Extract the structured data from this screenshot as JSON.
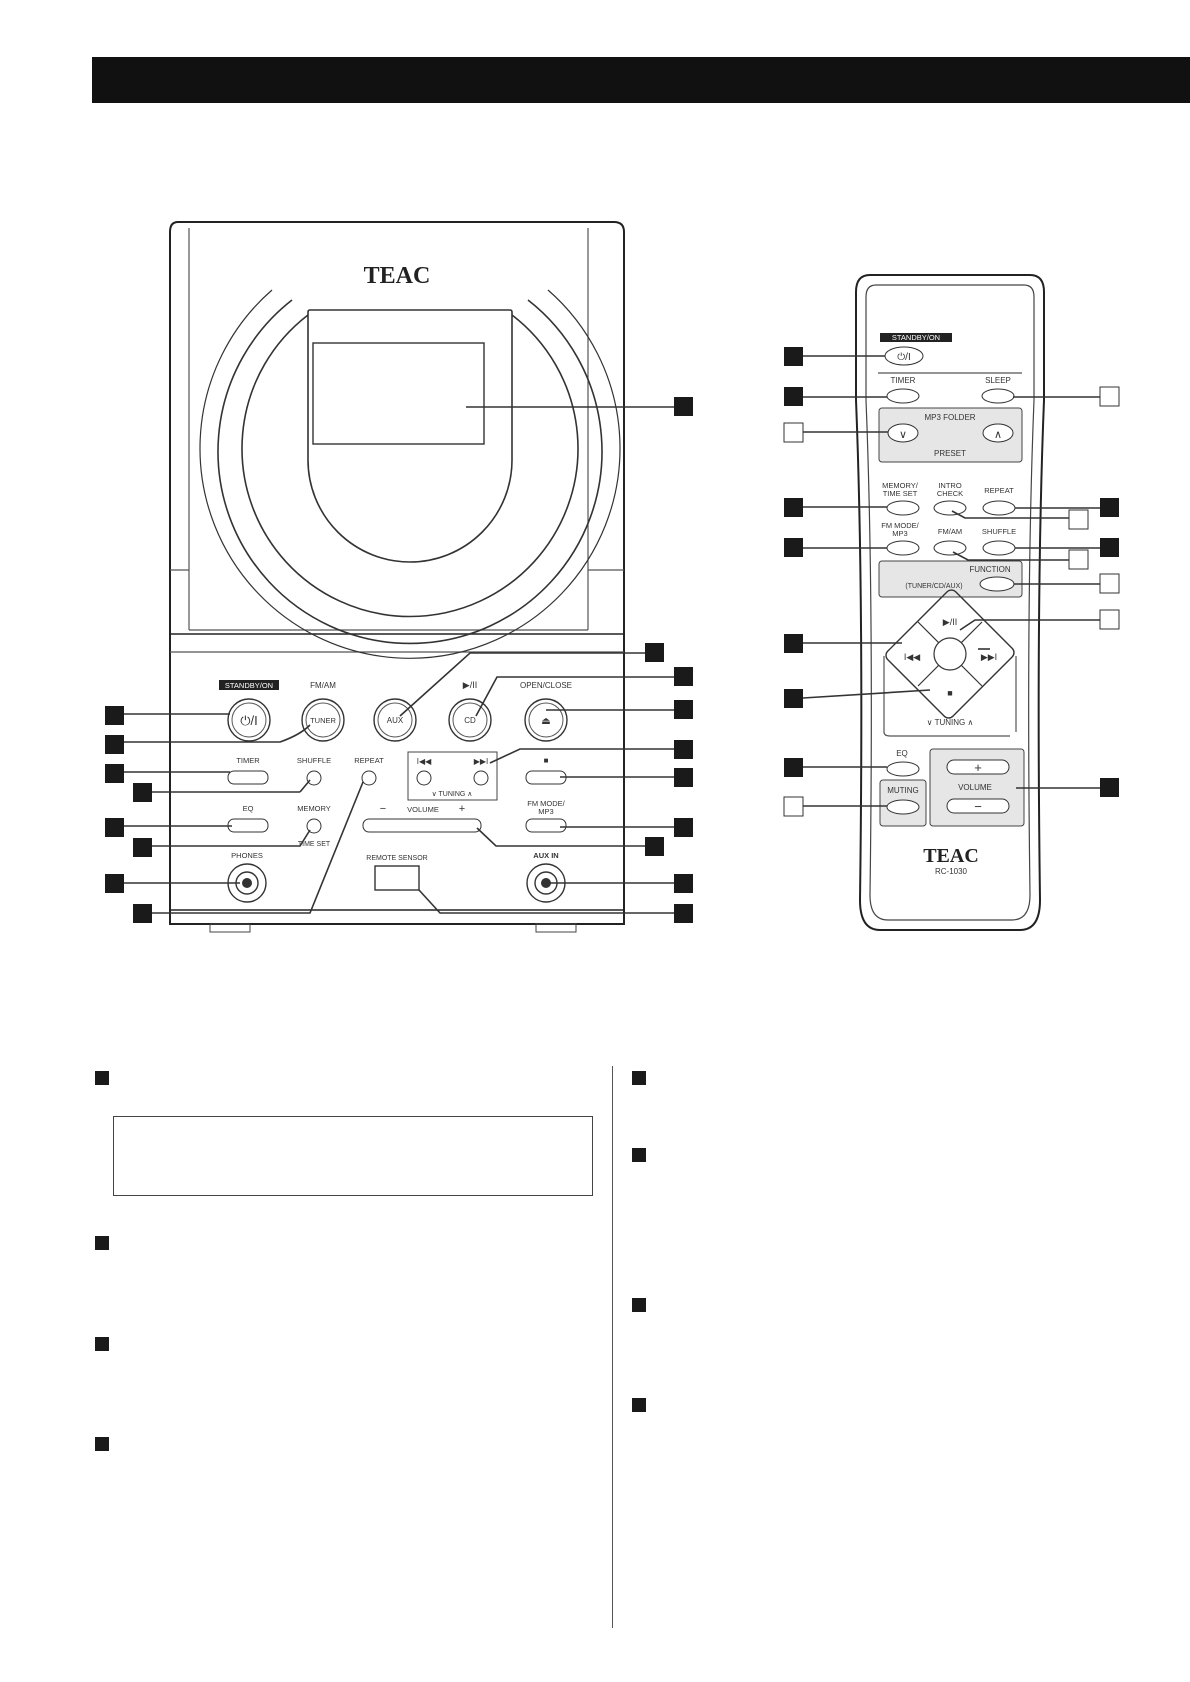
{
  "unit": {
    "brand": "TEAC",
    "standby_label": "STANDBY/ON",
    "standby_symbol": "⏻/I",
    "fm_am_label": "FM/AM",
    "tuner_label": "TUNER",
    "aux_label": "AUX",
    "play_symbol": "▶/II",
    "cd_label": "CD",
    "open_close_label": "OPEN/CLOSE",
    "eject_symbol": "⏏",
    "timer_label": "TIMER",
    "shuffle_label": "SHUFFLE",
    "repeat_label": "REPEAT",
    "skip_back_symbol": "I◀◀",
    "skip_fwd_symbol": "▶▶I",
    "tuning_label": "∨  TUNING  ∧",
    "stop_symbol": "■",
    "eq_label": "EQ",
    "memory_label": "MEMORY",
    "time_set_label": "TIME SET",
    "volume_minus": "−",
    "volume_label": "VOLUME",
    "volume_plus": "+",
    "fm_mode_label_1": "FM MODE/",
    "fm_mode_label_2": "MP3",
    "phones_label": "PHONES",
    "remote_sensor_label": "REMOTE SENSOR",
    "aux_in_label": "AUX IN"
  },
  "remote": {
    "standby_label": "STANDBY/ON",
    "standby_symbol": "⏻/I",
    "timer_label": "TIMER",
    "sleep_label": "SLEEP",
    "mp3_folder_label": "MP3 FOLDER",
    "preset_label": "PRESET",
    "down_symbol": "∨",
    "up_symbol": "∧",
    "memory_label_1": "MEMORY/",
    "memory_label_2": "TIME SET",
    "intro_label_1": "INTRO",
    "intro_label_2": "CHECK",
    "repeat_label": "REPEAT",
    "fm_mode_label_1": "FM MODE/",
    "fm_mode_label_2": "MP3",
    "fm_am_label": "FM/AM",
    "shuffle_label": "SHUFFLE",
    "function_label": "FUNCTION",
    "function_sub": "(TUNER/CD/AUX)",
    "play_symbol": "▶/II",
    "skip_back_symbol": "I◀◀",
    "skip_fwd_symbol": "▶▶I",
    "stop_symbol": "■",
    "tuning_label": "∨  TUNING  ∧",
    "eq_label": "EQ",
    "muting_label": "MUTING",
    "volume_label": "VOLUME",
    "volume_plus": "+",
    "volume_minus": "−",
    "brand": "TEAC",
    "model": "RC-1030"
  }
}
